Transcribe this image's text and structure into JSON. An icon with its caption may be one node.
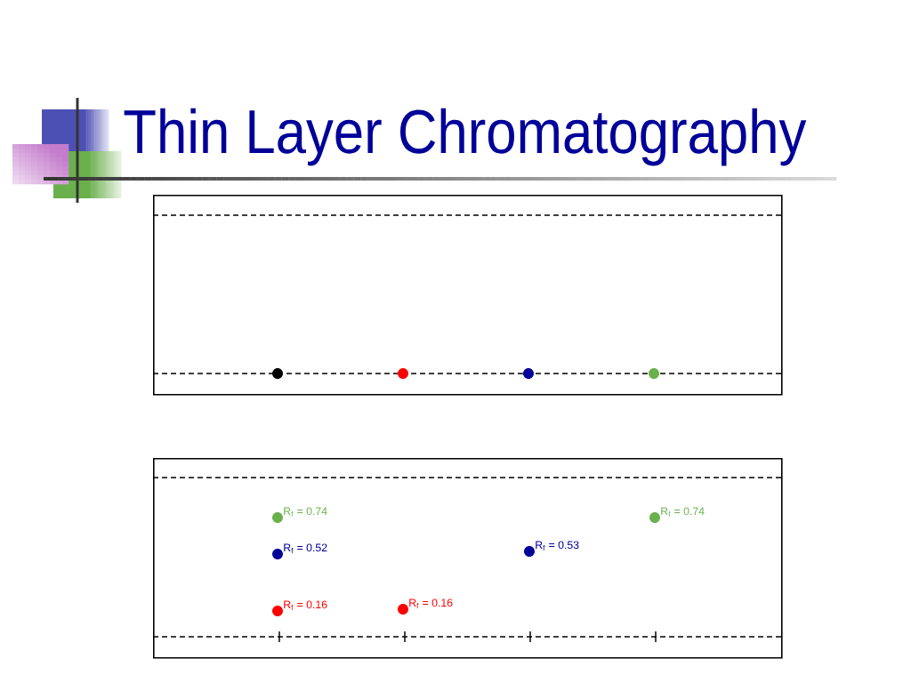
{
  "diagram": {
    "title": "Thin Layer Chromatography",
    "nodes": [
      {
        "text": [],
        "shape": "box"
      },
      {
        "text": [],
        "shape": "circle",
        "in": 0
      },
      {
        "text": [],
        "shape": "circle",
        "in": 0
      },
      {
        "text": [],
        "shape": "circle",
        "in": 0
      },
      {
        "text": [],
        "shape": "circle",
        "in": 0
      },
      {
        "text": [],
        "shape": "box"
      },
      {
        "text": [],
        "shape": "circle",
        "in": 5,
        "beside": [
          "R$_{f}$ = 0.74"
        ]
      },
      {
        "text": [],
        "shape": "circle",
        "in": 5,
        "beside": [
          "R$_{f}$ = 0.74"
        ]
      },
      {
        "text": [],
        "shape": "circle",
        "in": 5,
        "beside": [
          "R$_{f}$ = 0.52"
        ]
      },
      {
        "text": [],
        "shape": "circle",
        "in": 5,
        "beside": [
          "R$_{f}$ = 0.53"
        ]
      },
      {
        "text": [],
        "shape": "circle",
        "in": 5,
        "beside": [
          "R$_{f}$ = 0.16"
        ]
      },
      {
        "text": [],
        "shape": "circle",
        "in": 5,
        "beside": [
          "R$_{f}$ = 0.16"
        ]
      }
    ]
  }
}
